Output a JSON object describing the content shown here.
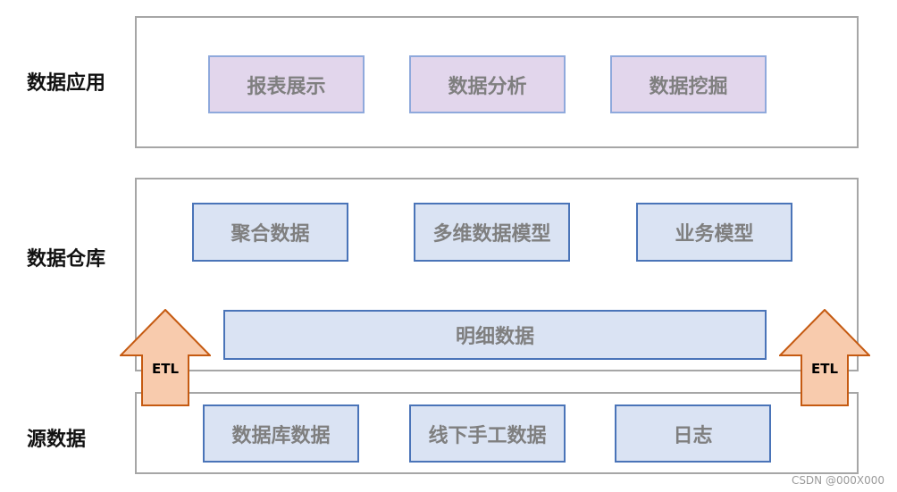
{
  "layers": {
    "application": {
      "label": "数据应用",
      "boxes": [
        "报表展示",
        "数据分析",
        "数据挖掘"
      ]
    },
    "warehouse": {
      "label": "数据仓库",
      "boxes": [
        "聚合数据",
        "多维数据模型",
        "业务模型"
      ],
      "detail": "明细数据"
    },
    "source": {
      "label": "源数据",
      "boxes": [
        "数据库数据",
        "线下手工数据",
        "日志"
      ]
    }
  },
  "arrows": {
    "left": "ETL",
    "right": "ETL"
  },
  "watermark": "CSDN @000X000",
  "colors": {
    "app_box_fill": "#e2d6ec",
    "warehouse_box_fill": "#dae3f3",
    "box_border_blue": "#4a74b8",
    "arrow_fill": "#f8cbad",
    "arrow_stroke": "#c55a11",
    "frame_border": "#a6a6a6"
  }
}
